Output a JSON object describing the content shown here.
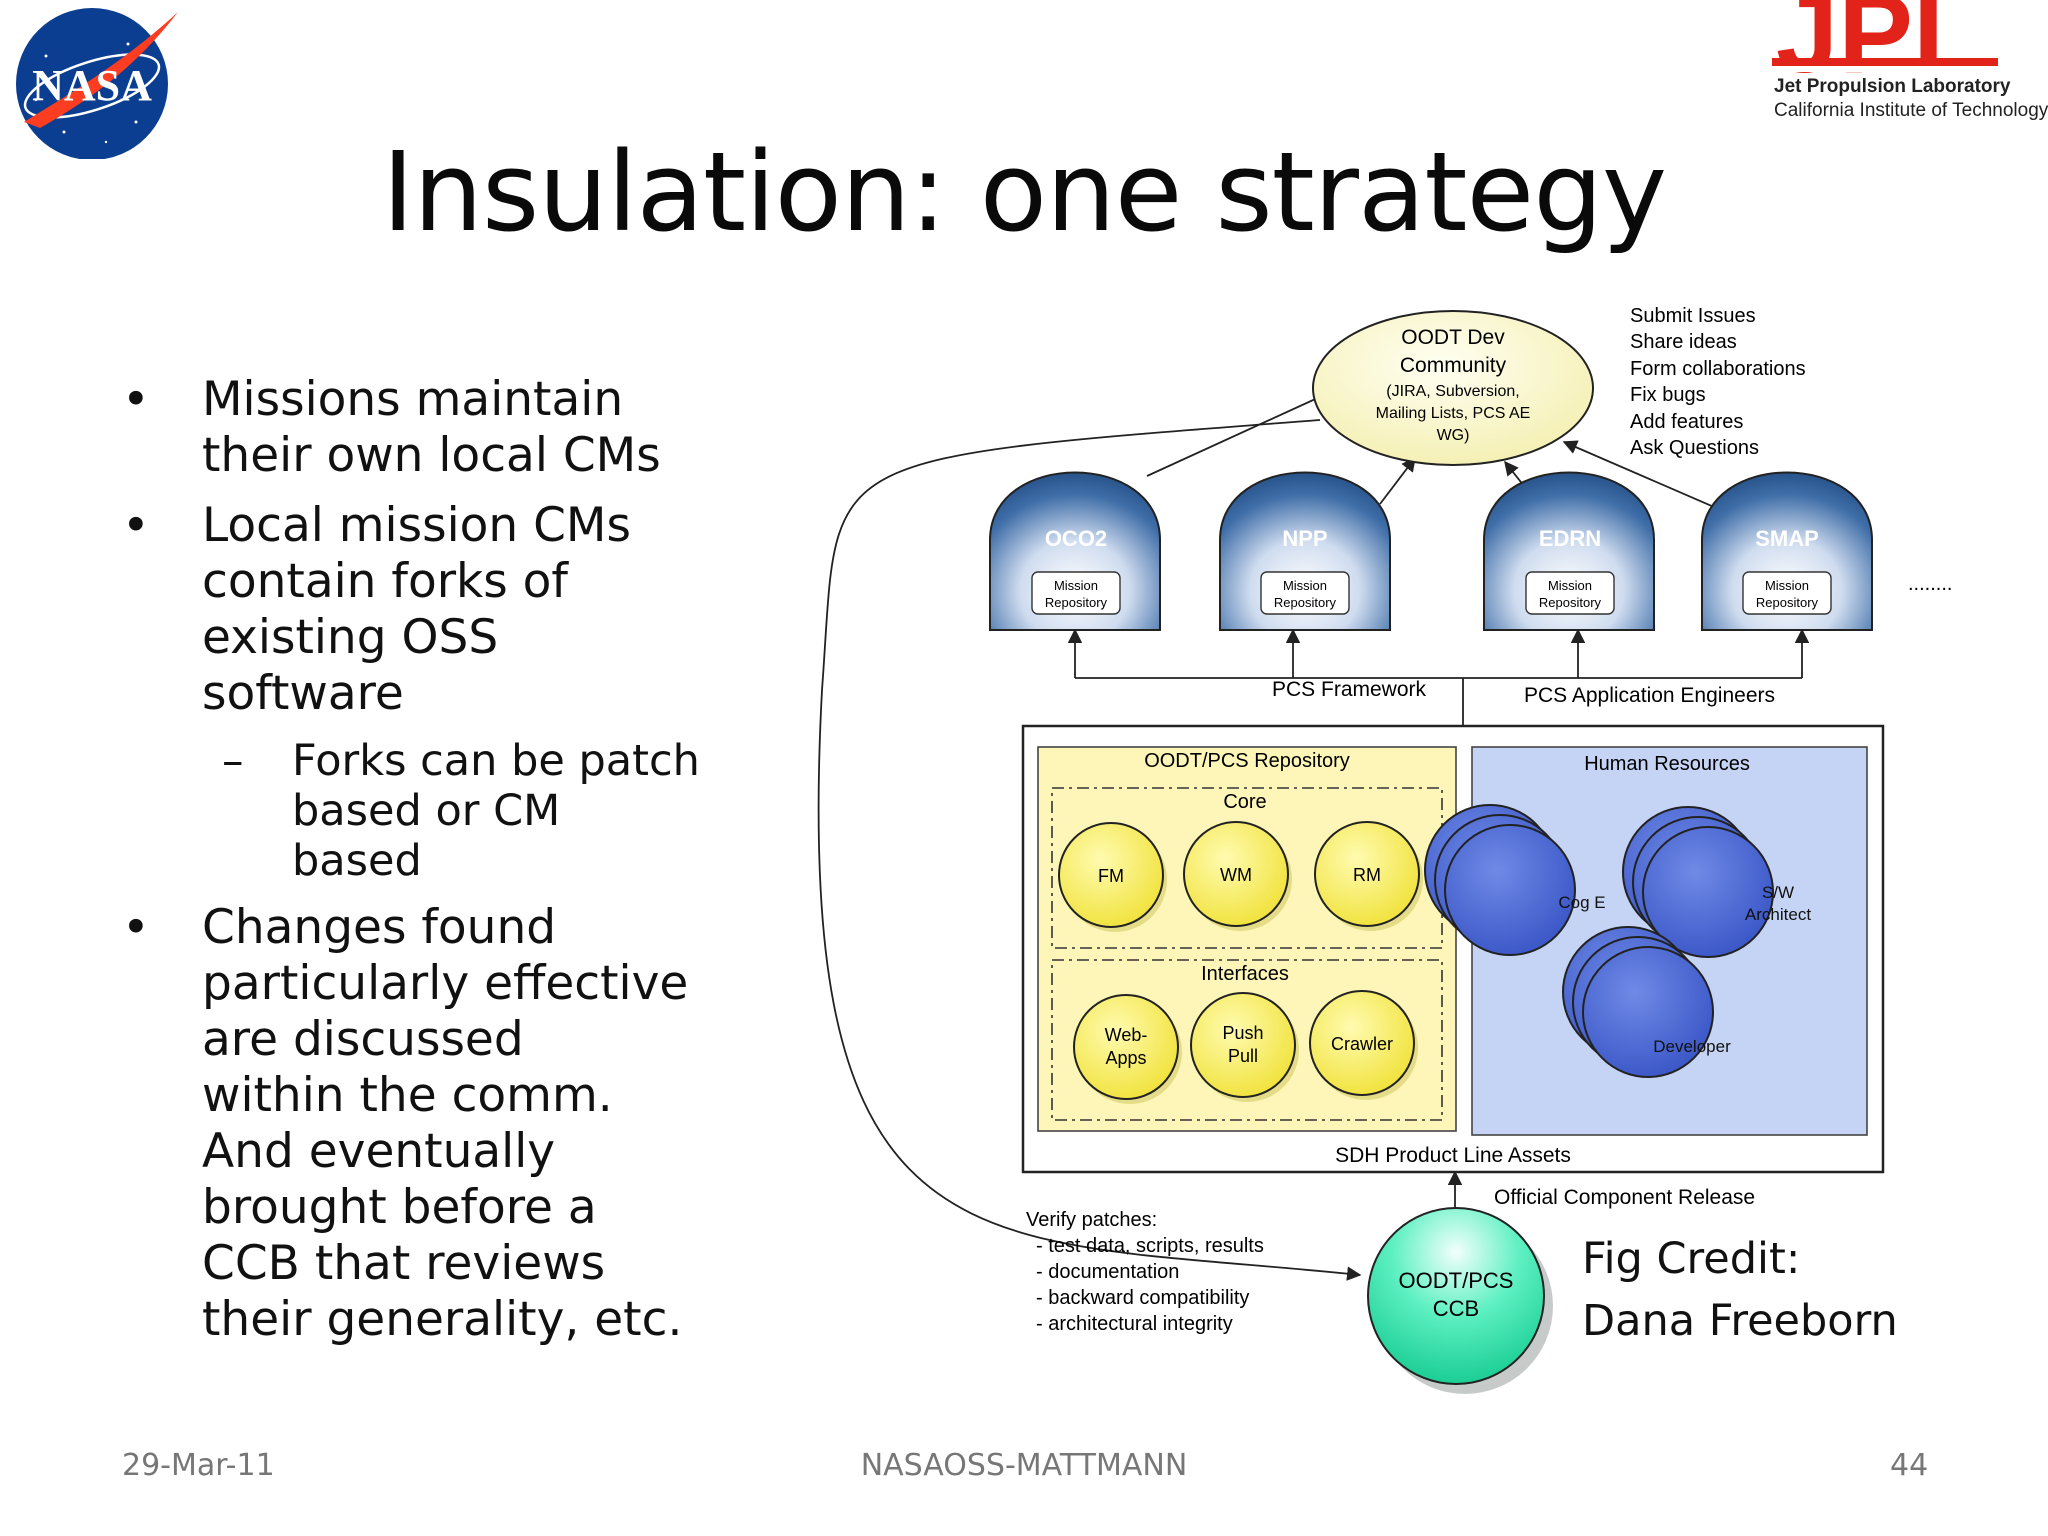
{
  "logos": {
    "nasa": {
      "text": "NASA",
      "colors": {
        "blue": "#0b3d91",
        "red": "#fc3d21"
      }
    },
    "jpl": {
      "text": "JPL",
      "line1": "Jet Propulsion Laboratory",
      "line2": "California Institute of Technology",
      "color": "#e2231a"
    }
  },
  "title": "Insulation: one strategy",
  "bullets": [
    {
      "level": 1,
      "marker": "•",
      "text": "Missions maintain\ntheir own local CMs"
    },
    {
      "level": 1,
      "marker": "•",
      "text": "Local mission CMs\ncontain forks of\nexisting OSS\nsoftware"
    },
    {
      "level": 2,
      "marker": "–",
      "text": "Forks can be patch\nbased or CM\nbased"
    },
    {
      "level": 1,
      "marker": "•",
      "text": "Changes found\nparticularly effective\nare discussed\nwithin the comm.\nAnd eventually\nbrought before a\nCCB that reviews\ntheir generality, etc."
    }
  ],
  "diagram": {
    "community": {
      "line1": "OODT Dev",
      "line2": "Community",
      "line3": "(JIRA, Subversion,",
      "line4": "Mailing Lists, PCS AE",
      "line5": "WG)"
    },
    "activities": [
      "Submit Issues",
      "Share ideas",
      "Form collaborations",
      "Fix bugs",
      "Add features",
      "Ask Questions"
    ],
    "missions": [
      {
        "name": "OCO2",
        "repo1": "Mission",
        "repo2": "Repository"
      },
      {
        "name": "NPP",
        "repo1": "Mission",
        "repo2": "Repository"
      },
      {
        "name": "EDRN",
        "repo1": "Mission",
        "repo2": "Repository"
      },
      {
        "name": "SMAP",
        "repo1": "Mission",
        "repo2": "Repository"
      }
    ],
    "more": "........",
    "pcs_framework": "PCS Framework",
    "pcs_engineers": "PCS Application Engineers",
    "repository": {
      "title": "OODT/PCS Repository",
      "core_label": "Core",
      "core": [
        "FM",
        "WM",
        "RM"
      ],
      "interfaces_label": "Interfaces",
      "interfaces": [
        {
          "line1": "Web-",
          "line2": "Apps"
        },
        {
          "line1": "Push",
          "line2": "Pull"
        },
        {
          "line1": "Crawler",
          "line2": ""
        }
      ]
    },
    "human_resources": {
      "title": "Human Resources",
      "roles": [
        {
          "line1": "Cog E",
          "line2": ""
        },
        {
          "line1": "S/W",
          "line2": "Architect"
        },
        {
          "line1": "Developer",
          "line2": ""
        }
      ]
    },
    "assets_label": "SDH Product Line Assets",
    "release_label": "Official Component Release",
    "ccb": {
      "line1": "OODT/PCS",
      "line2": "CCB"
    },
    "verify": {
      "title": "Verify patches:",
      "items": [
        "- test data, scripts, results",
        "- documentation",
        "- backward compatibility",
        "- architectural integrity"
      ]
    },
    "colors": {
      "mission_dark": "#1f4f8c",
      "mission_light": "#e8f0fa",
      "yellow_panel": "#fdf6b8",
      "yellow_node": "#f8ec40",
      "blue_panel": "#c5d3f4",
      "blue_node": "#4a68d4",
      "ccb": "#27e0a8",
      "community": "#fdfbd8"
    }
  },
  "fig_credit": "Fig Credit:\nDana Freeborn",
  "footer": {
    "date": "29-Mar-11",
    "center": "NASAOSS-MATTMANN",
    "page": "44"
  }
}
